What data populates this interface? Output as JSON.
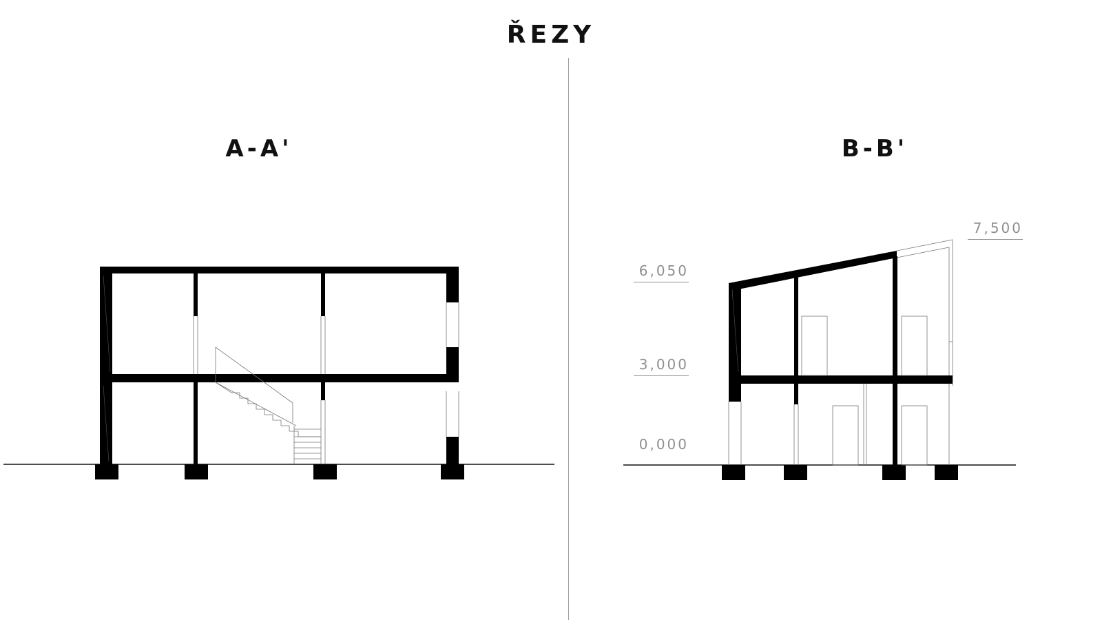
{
  "page": {
    "title": "ŘEZY"
  },
  "sections": {
    "aa": {
      "title": "A-A'"
    },
    "bb": {
      "title": "B-B'"
    }
  },
  "levels": {
    "roof_high": "7,500",
    "roof_low": "6,050",
    "floor_upper": "3,000",
    "ground": "0,000"
  },
  "colors": {
    "structure": "#000000",
    "line": "#111111",
    "thin_line": "#777777",
    "divider": "#9a9a9a",
    "level_text": "#8f8f8f"
  }
}
